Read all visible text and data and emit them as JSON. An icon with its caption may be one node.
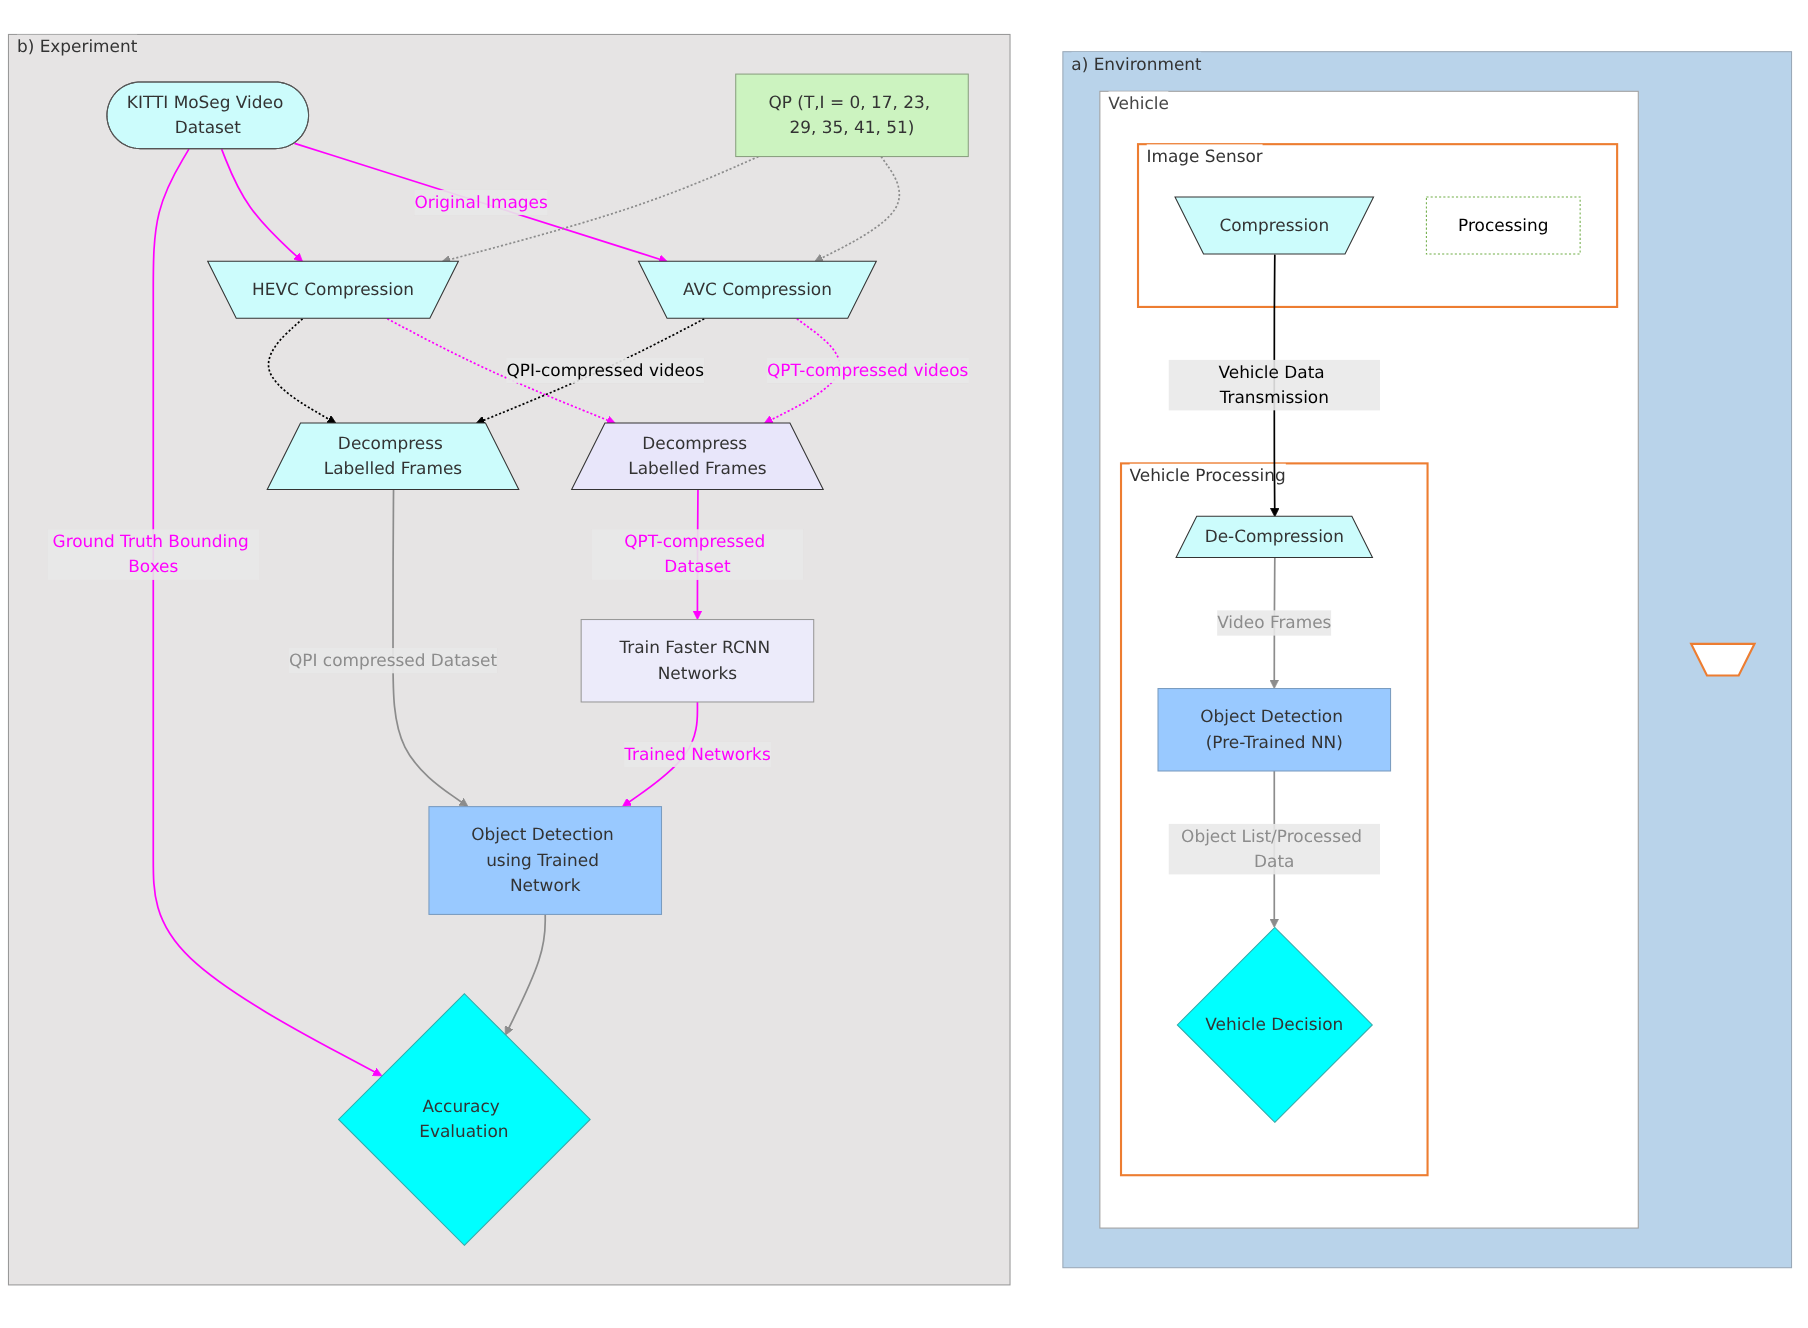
{
  "diagram": {
    "nodes": [
      {
        "text": [
          "a) Environment"
        ]
      },
      {
        "text": [],
        "shape": "trapezoid",
        "in": 0
      },
      {
        "text": [
          "Vehicle"
        ],
        "in": 0
      },
      {
        "text": [
          "Image Sensor"
        ],
        "in": 2
      },
      {
        "text": [
          "Processing"
        ],
        "in": 3
      },
      {
        "text": [
          "Compression"
        ],
        "in": 3
      },
      {
        "text": [
          "Vehicle Processing"
        ],
        "in": 2
      },
      {
        "text": [
          "De-Compression"
        ],
        "in": 6
      },
      {
        "text": [
          "Object Detection (Pre-Trained NN)"
        ],
        "in": 6
      },
      {
        "text": [
          "Vehicle Decision"
        ],
        "in": 6
      },
      {
        "text": [
          "b) Experiment"
        ]
      },
      {
        "text": [
          "KITTI MoSeg Video Dataset"
        ],
        "in": 10
      },
      {
        "text": [
          "AVC Compression"
        ],
        "in": 10
      },
      {
        "text": [
          "QP (T,I = 0, 17, 23, 29, 35, 41, 51)"
        ],
        "in": 10
      },
      {
        "text": [
          "HEVC Compression"
        ],
        "in": 10
      },
      {
        "text": [
          "Decompress Labelled Frames"
        ],
        "in": 10
      },
      {
        "text": [
          "Decompress Labelled Frames"
        ],
        "in": 10
      },
      {
        "text": [
          "Train Faster RCNN Networks"
        ],
        "in": 10
      },
      {
        "text": [
          "Object Detection using Trained Network"
        ],
        "in": 10
      },
      {
        "text": [
          "Accuracy Evaluation"
        ],
        "in": 10
      }
    ],
    "edges": [
      {
        "from": 5,
        "to": 7,
        "arrow": "to",
        "label": "Vehicle Data Transmission",
        "color": "#000000"
      },
      {
        "from": 7,
        "to": 8,
        "arrow": "to",
        "label": "Video Frames",
        "color": "#8c8c8c"
      },
      {
        "from": 8,
        "to": 9,
        "arrow": "to",
        "label": "Object List/Processed Data",
        "color": "#8c8c8c"
      },
      {
        "from": 11,
        "to": 12,
        "arrow": "to",
        "label": "Original Images"
      },
      {
        "from": 11,
        "to": 14,
        "arrow": "to"
      },
      {
        "from": 13,
        "to": 12,
        "arrow": "to",
        "style": "dashed",
        "color": "#8c8c8c"
      },
      {
        "from": 13,
        "to": 14,
        "arrow": "to",
        "style": "dashed",
        "color": "#8c8c8c"
      },
      {
        "from": 12,
        "to": 15,
        "arrow": "to",
        "style": "dashed",
        "label": "QPT-compressed videos"
      },
      {
        "from": 14,
        "to": 15,
        "arrow": "to",
        "style": "dashed"
      },
      {
        "from": 12,
        "to": 16,
        "arrow": "to",
        "style": "dashed",
        "label": "QPI-compressed videos",
        "color": "#000000"
      },
      {
        "from": 14,
        "to": 16,
        "arrow": "to",
        "style": "dashed",
        "color": "#000000"
      },
      {
        "from": 15,
        "to": 17,
        "arrow": "to",
        "label": "QPT-compressed Dataset"
      },
      {
        "from": 16,
        "to": 18,
        "arrow": "to",
        "label": "QPI compressed Dataset",
        "color": "#8c8c8c"
      },
      {
        "from": 17,
        "to": 18,
        "arrow": "to",
        "label": "Trained Networks"
      },
      {
        "from": 18,
        "to": 19,
        "arrow": "to",
        "color": "#8c8c8c"
      },
      {
        "from": 11,
        "to": 19,
        "arrow": "to",
        "label": "Ground Truth Bounding Boxes"
      }
    ]
  }
}
